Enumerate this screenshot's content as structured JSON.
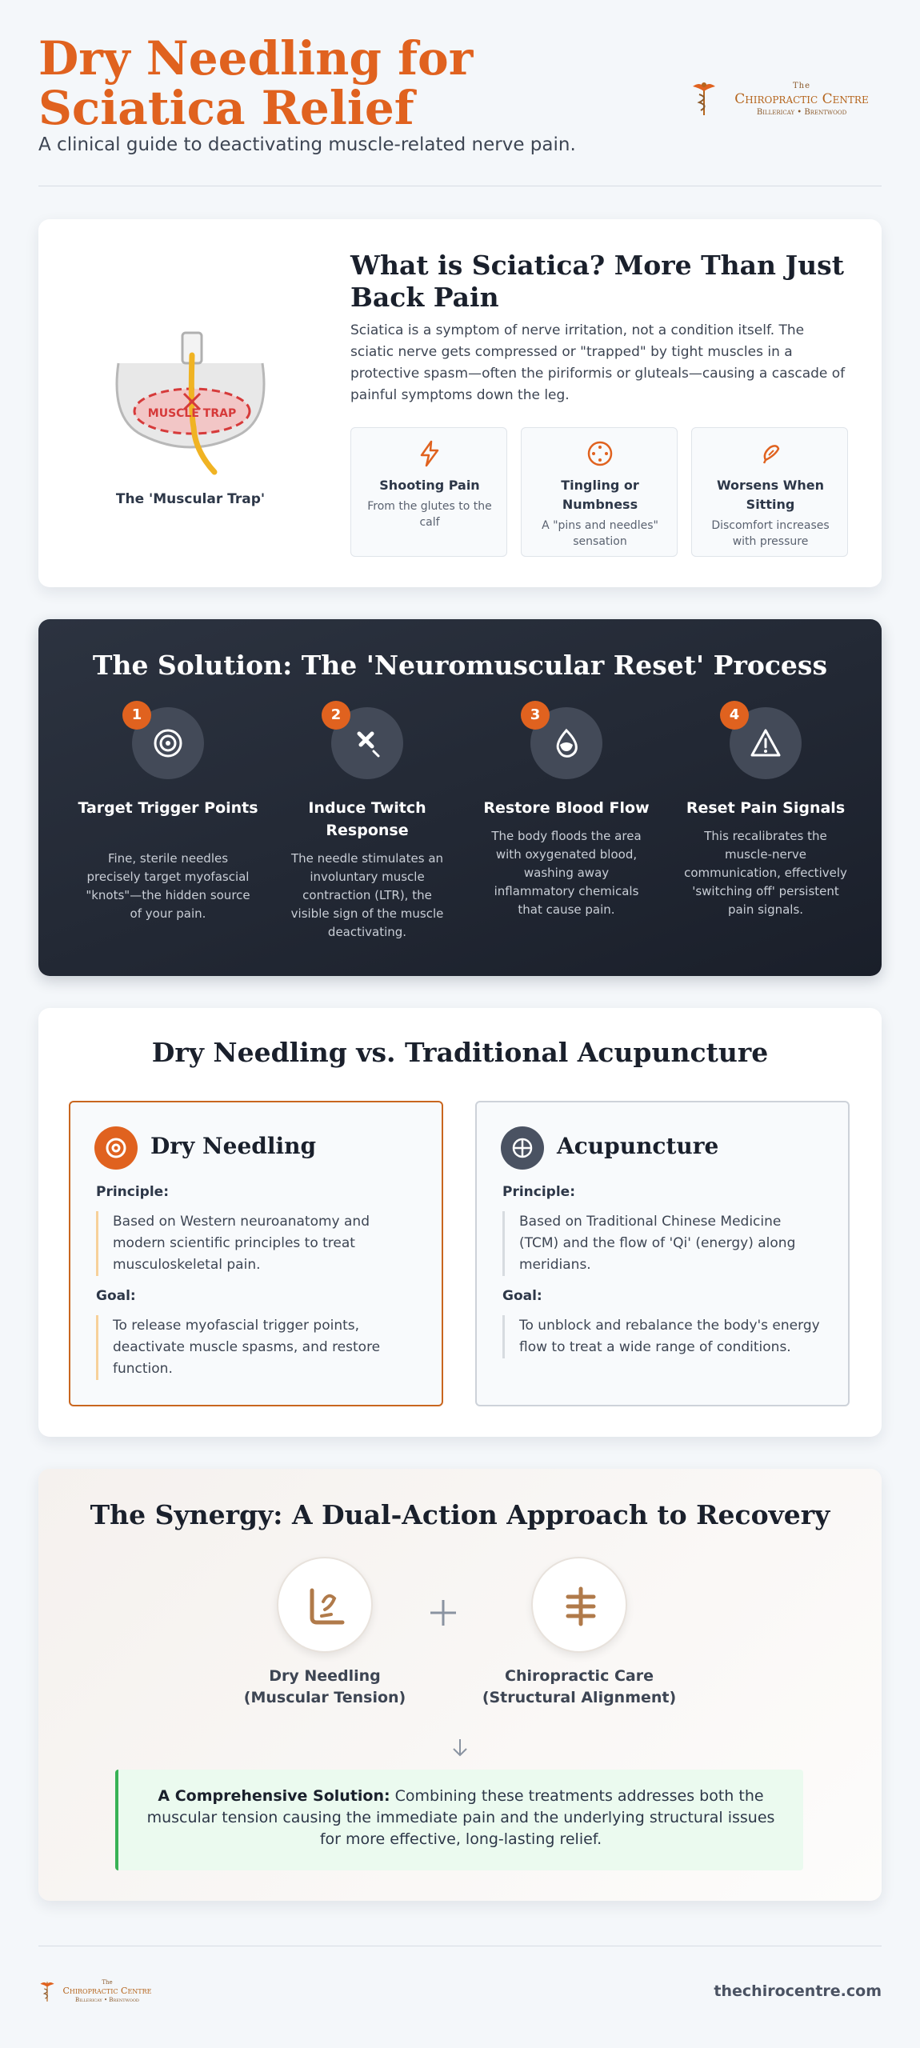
{
  "header": {
    "title": "Dry Needling for Sciatica Relief",
    "subtitle": "A clinical guide to deactivating muscle-related nerve pain.",
    "logo": {
      "the": "The",
      "name": "Chiropractic Centre",
      "locations": "Billericay • Brentwood"
    }
  },
  "sciatica": {
    "figure_text": "MUSCLE TRAP",
    "figure_caption": "The 'Muscular Trap'",
    "title": "What is Sciatica? More Than Just Back Pain",
    "body": "Sciatica is a symptom of nerve irritation, not a condition itself. The sciatic nerve gets compressed or \"trapped\" by tight muscles in a protective spasm—often the piriformis or gluteals—causing a cascade of painful symptoms down the leg.",
    "symptoms": [
      {
        "icon": "lightning-icon",
        "title": "Shooting Pain",
        "desc": "From the glutes to the calf"
      },
      {
        "icon": "tingle-icon",
        "title": "Tingling or Numbness",
        "desc": "A \"pins and needles\" sensation"
      },
      {
        "icon": "chair-icon",
        "title": "Worsens When Sitting",
        "desc": "Discomfort increases with pressure"
      }
    ]
  },
  "solution": {
    "title": "The Solution: The 'Neuromuscular Reset' Process",
    "steps": [
      {
        "num": "1",
        "icon": "target-icon",
        "title": "Target Trigger Points",
        "desc": "Fine, sterile needles precisely target myofascial \"knots\"—the hidden source of your pain."
      },
      {
        "num": "2",
        "icon": "needle-icon",
        "title": "Induce Twitch Response",
        "desc": "The needle stimulates an involuntary muscle contraction (LTR), the visible sign of the muscle deactivating."
      },
      {
        "num": "3",
        "icon": "drop-icon",
        "title": "Restore Blood Flow",
        "desc": "The body floods the area with oxygenated blood, washing away inflammatory chemicals that cause pain."
      },
      {
        "num": "4",
        "icon": "warning-icon",
        "title": "Reset Pain Signals",
        "desc": "This recalibrates the muscle-nerve communication, effectively 'switching off' persistent pain signals."
      }
    ]
  },
  "comparison": {
    "title": "Dry Needling vs. Traditional Acupuncture",
    "principle_label": "Principle:",
    "goal_label": "Goal:",
    "dry": {
      "name": "Dry Needling",
      "principle": "Based on Western neuroanatomy and modern scientific principles to treat musculoskeletal pain.",
      "goal": "To release myofascial trigger points, deactivate muscle spasms, and restore function.",
      "accent": "#c9661f"
    },
    "acu": {
      "name": "Acupuncture",
      "principle": "Based on Traditional Chinese Medicine (TCM) and the flow of 'Qi' (energy) along meridians.",
      "goal": "To unblock and rebalance the body's energy flow to treat a wide range of conditions.",
      "accent": "#4a5262"
    }
  },
  "synergy": {
    "title": "The Synergy: A Dual-Action Approach to Recovery",
    "left": "Dry Needling\n(Muscular Tension)",
    "right": "Chiropractic Care\n(Structural Alignment)",
    "callout_bold": "A Comprehensive Solution:",
    "callout_text": " Combining these treatments addresses both the muscular tension causing the immediate pain and the underlying structural issues for more effective, long-lasting relief."
  },
  "footer": {
    "url": "thechirocentre.com"
  },
  "colors": {
    "accent": "#e0621f",
    "dark": "#1f2430",
    "success": "#38b255"
  }
}
